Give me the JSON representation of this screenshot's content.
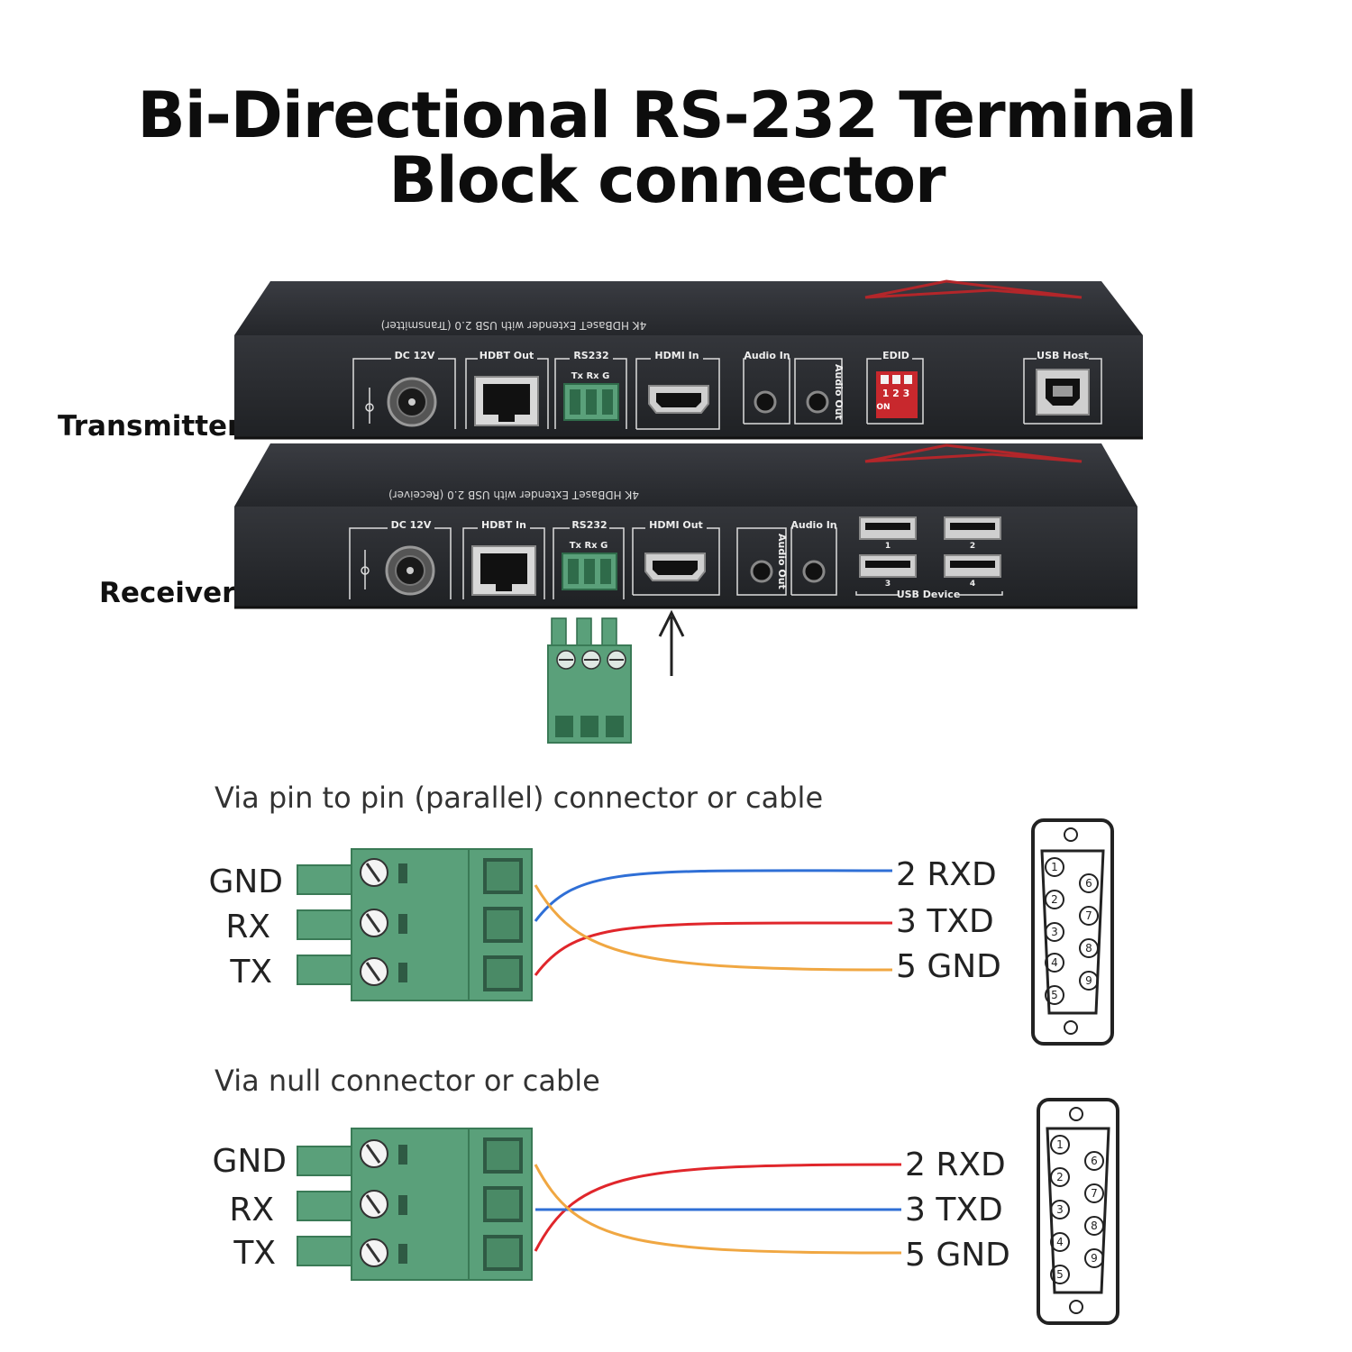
{
  "title": {
    "line1": "Bi-Directional RS-232 Terminal",
    "line2": "Block connector"
  },
  "transmitter": {
    "label": "Transmitter",
    "top_text": "4K HDBaseT Extender with USB 2.0 (Transmitter)",
    "ports": {
      "dc": "DC 12V",
      "hdbt": "HDBT Out",
      "rs232": "RS232",
      "rs232_pins": "Tx  Rx  G",
      "hdmi": "HDMI In",
      "audio_in": "Audio In",
      "audio_out": "Audio Out",
      "edid": "EDID",
      "edid_switch": "1 2 3",
      "edid_on": "ON",
      "usb_host": "USB Host"
    }
  },
  "receiver": {
    "label": "Receiver",
    "top_text": "4K HDBaseT Extender with USB 2.0 (Receiver)",
    "ports": {
      "dc": "DC 12V",
      "hdbt": "HDBT In",
      "rs232": "RS232",
      "rs232_pins": "Tx  Rx  G",
      "hdmi": "HDMI Out",
      "audio_out": "Audio Out",
      "audio_in": "Audio In",
      "usb_device": "USB Device",
      "usb_numbers": [
        "1",
        "2",
        "3",
        "4"
      ]
    }
  },
  "parallel": {
    "caption": "Via pin to pin (parallel) connector or cable",
    "left_labels": [
      "GND",
      "RX",
      "TX"
    ],
    "right_labels": [
      "2 RXD",
      "3 TXD",
      "5 GND"
    ]
  },
  "null": {
    "caption": "Via null connector or cable",
    "left_labels": [
      "GND",
      "RX",
      "TX"
    ],
    "right_labels": [
      "2 RXD",
      "3 TXD",
      "5 GND"
    ]
  },
  "db9_pins": [
    "1",
    "2",
    "3",
    "4",
    "5",
    "6",
    "7",
    "8",
    "9"
  ],
  "colors": {
    "device": "#2c2e33",
    "terminal": "#5aa07a",
    "wire_blue": "#2f6fd6",
    "wire_red": "#e0262b",
    "wire_orange": "#f0a742",
    "accent_red": "#b3262a"
  }
}
